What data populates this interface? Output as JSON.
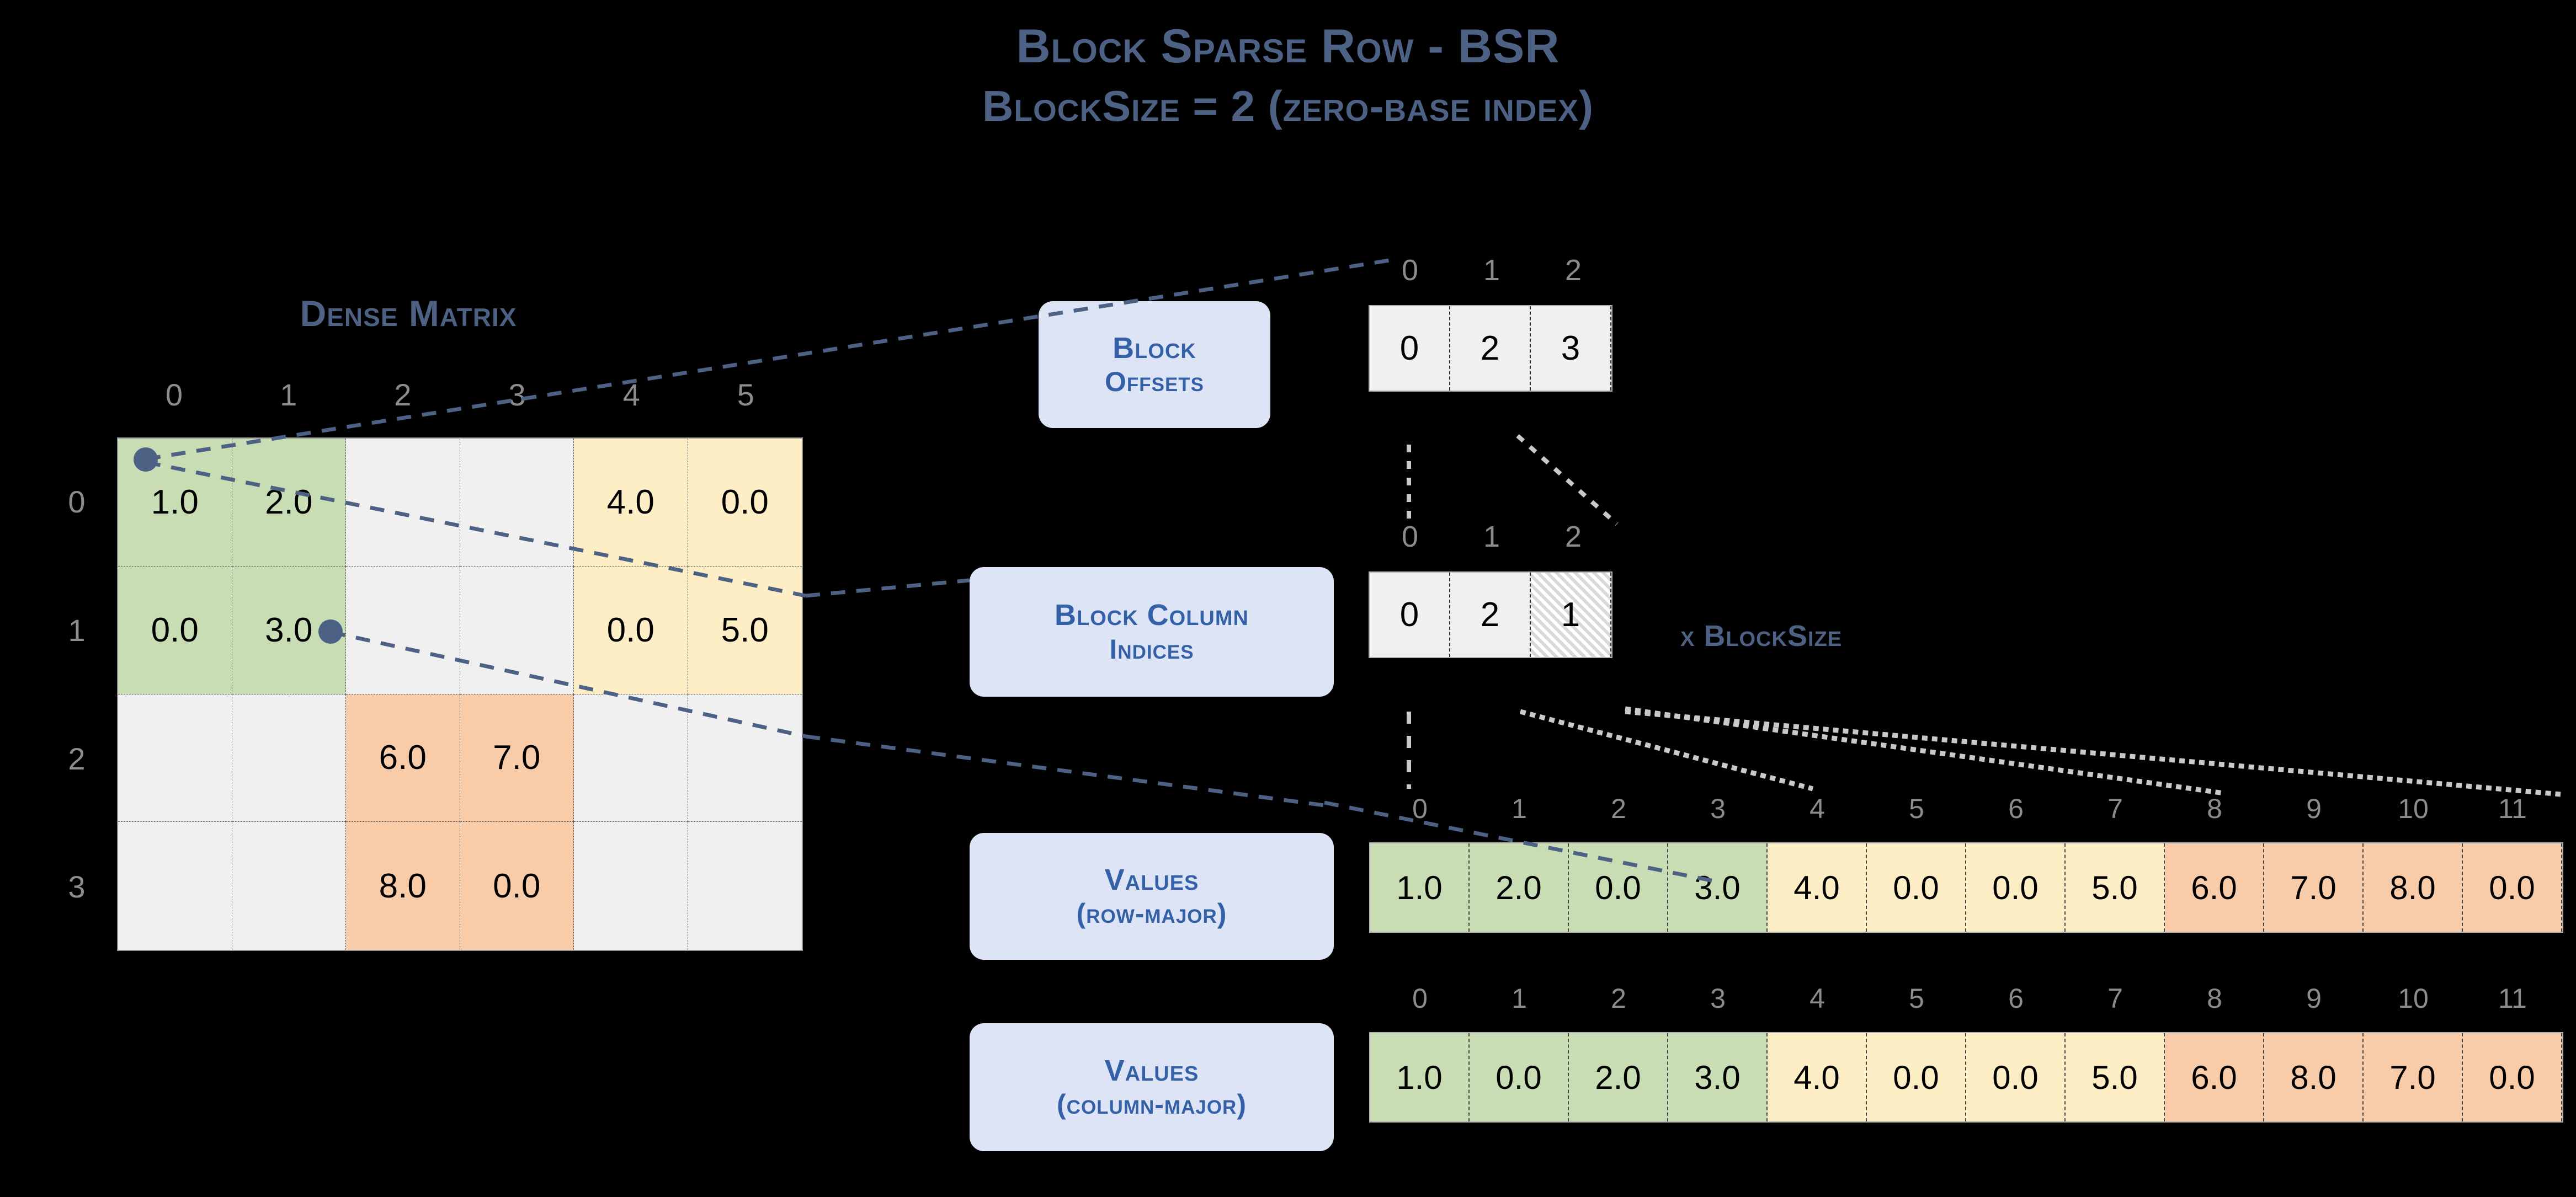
{
  "title": {
    "line1": "Block Sparse Row - BSR",
    "line2": "BlockSize = 2 (zero-base index)"
  },
  "dense": {
    "heading": "Dense Matrix",
    "col_headers": [
      "0",
      "1",
      "2",
      "3",
      "4",
      "5"
    ],
    "row_headers": [
      "0",
      "1",
      "2",
      "3"
    ],
    "cells": [
      [
        "1.0",
        "2.0",
        "",
        "",
        "4.0",
        "0.0"
      ],
      [
        "0.0",
        "3.0",
        "",
        "",
        "0.0",
        "5.0"
      ],
      [
        "",
        "",
        "6.0",
        "7.0",
        "",
        ""
      ],
      [
        "",
        "",
        "8.0",
        "0.0",
        "",
        ""
      ]
    ],
    "cell_colors": [
      [
        "green",
        "green",
        "none",
        "none",
        "yellow",
        "yellow"
      ],
      [
        "green",
        "green",
        "none",
        "none",
        "yellow",
        "yellow"
      ],
      [
        "none",
        "none",
        "orange",
        "orange",
        "none",
        "none"
      ],
      [
        "none",
        "none",
        "orange",
        "orange",
        "none",
        "none"
      ]
    ]
  },
  "block_offsets": {
    "label_line1": "Block",
    "label_line2": "Offsets",
    "indices": [
      "0",
      "1",
      "2"
    ],
    "values": [
      "0",
      "2",
      "3"
    ]
  },
  "block_column_indices": {
    "label_line1": "Block Column",
    "label_line2": "Indices",
    "indices": [
      "0",
      "1",
      "2"
    ],
    "values": [
      "0",
      "2",
      "1"
    ],
    "hatched": [
      false,
      false,
      true
    ],
    "annotation": "x BlockSize"
  },
  "values_row_major": {
    "label_line1": "Values",
    "label_line2": "(row-major)",
    "indices": [
      "0",
      "1",
      "2",
      "3",
      "4",
      "5",
      "6",
      "7",
      "8",
      "9",
      "10",
      "11"
    ],
    "values": [
      "1.0",
      "2.0",
      "0.0",
      "3.0",
      "4.0",
      "0.0",
      "0.0",
      "5.0",
      "6.0",
      "7.0",
      "8.0",
      "0.0"
    ],
    "colors": [
      "green",
      "green",
      "green",
      "green",
      "yellow",
      "yellow",
      "yellow",
      "yellow",
      "orange",
      "orange",
      "orange",
      "orange"
    ]
  },
  "values_column_major": {
    "label_line1": "Values",
    "label_line2": "(column-major)",
    "indices": [
      "0",
      "1",
      "2",
      "3",
      "4",
      "5",
      "6",
      "7",
      "8",
      "9",
      "10",
      "11"
    ],
    "values": [
      "1.0",
      "0.0",
      "2.0",
      "3.0",
      "4.0",
      "0.0",
      "0.0",
      "5.0",
      "6.0",
      "8.0",
      "7.0",
      "0.0"
    ],
    "colors": [
      "green",
      "green",
      "green",
      "green",
      "yellow",
      "yellow",
      "yellow",
      "yellow",
      "orange",
      "orange",
      "orange",
      "orange"
    ]
  },
  "palette": {
    "background": "#000000",
    "green": "#c9ddb4",
    "yellow": "#fdeec5",
    "orange": "#f8cba9",
    "neutral": "#f0f0f0",
    "label_box": "#dce4f5",
    "label_text": "#3460a8",
    "title_text": "#4d6184",
    "index_text": "#8c8c8c"
  }
}
